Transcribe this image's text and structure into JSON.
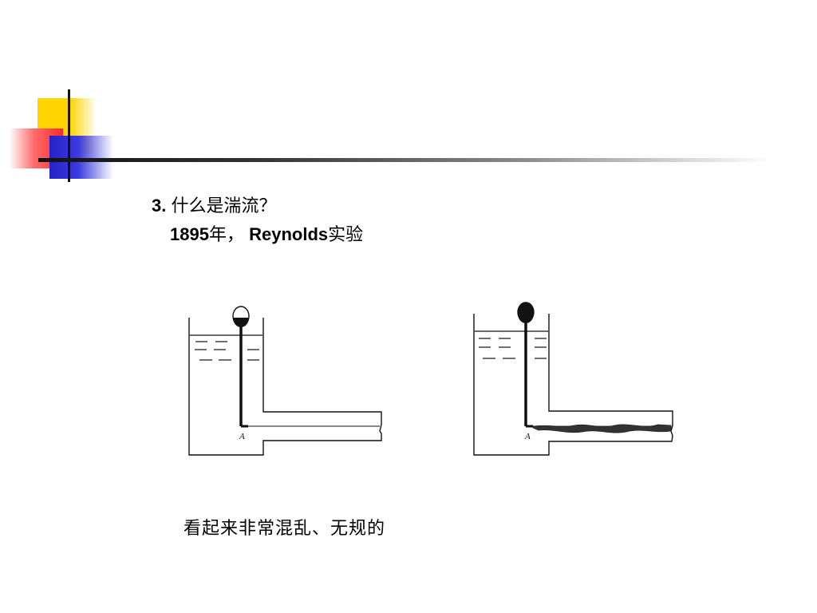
{
  "heading": {
    "number": "3.",
    "text": "什么是湍流？"
  },
  "subline": {
    "year": "1895",
    "year_suffix": "年，",
    "name": "Reynolds",
    "name_suffix": "实验"
  },
  "diagrams": [
    {
      "flow": "laminar",
      "point_label": "A"
    },
    {
      "flow": "turbulent",
      "point_label": "A"
    }
  ],
  "caption": "看起来非常混乱、无规的",
  "colors": {
    "accent_yellow": "#ffd400",
    "accent_red": "#ff2a2a",
    "accent_blue": "#2323c8",
    "ink": "#111111"
  }
}
